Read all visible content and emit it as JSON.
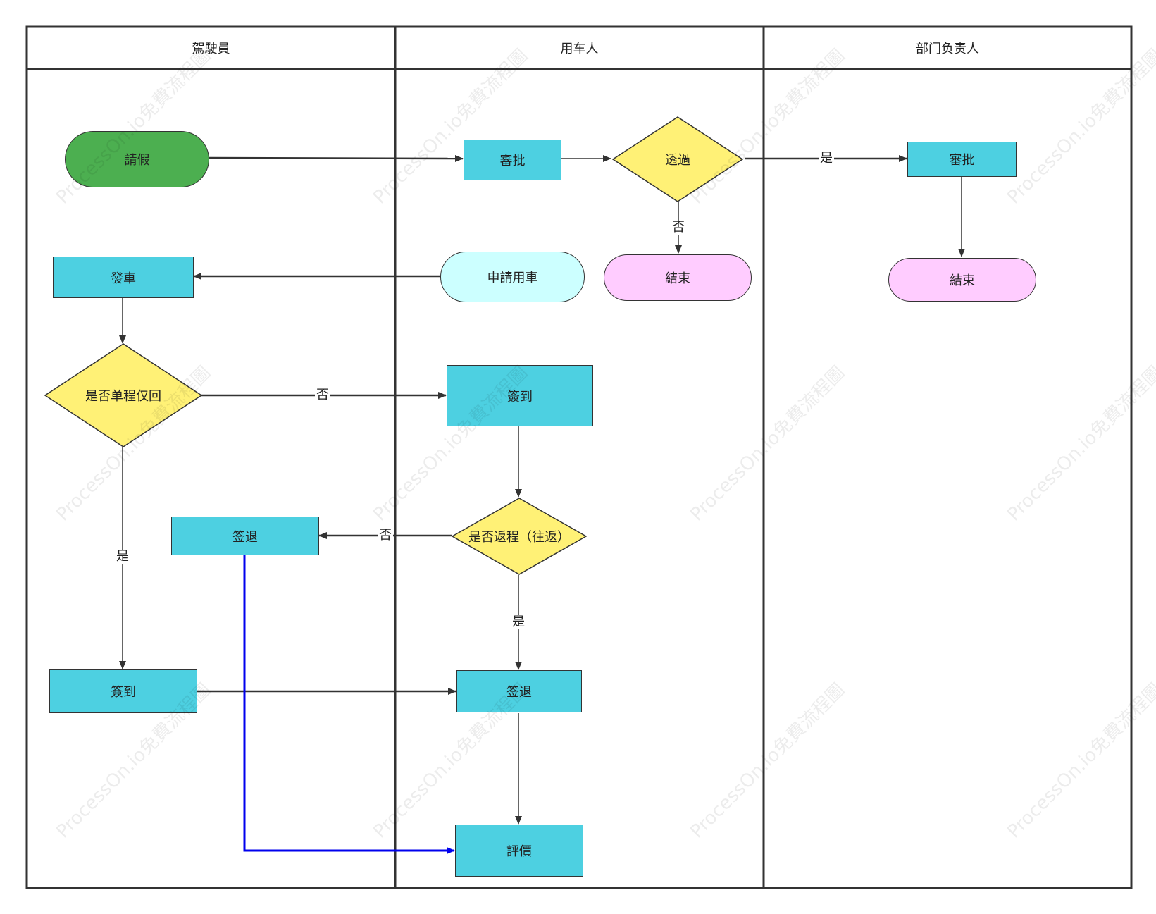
{
  "lanes": [
    "駕駛員",
    "用车人",
    "部门负责人"
  ],
  "nodes": {
    "leave": "請假",
    "approve_user": "審批",
    "pass": "透過",
    "approve_dept": "審批",
    "dispatch": "發車",
    "apply": "申請用車",
    "end_user": "結束",
    "end_dept": "結束",
    "one_way": "是否单程仅回",
    "signin_user": "簽到",
    "return_trip": "是否返程（往返）",
    "signout_driver": "签退",
    "signin_driver": "簽到",
    "signout_user": "签退",
    "evaluate": "評價"
  },
  "edge_labels": {
    "pass_yes": "是",
    "pass_no": "否",
    "one_way_no": "否",
    "one_way_yes": "是",
    "return_no": "否",
    "return_yes": "是"
  },
  "watermark": "ProcessOn.io免費流程圖",
  "colors": {
    "start": "#4caf50",
    "process": "#4dd0e1",
    "decision": "#fff176",
    "end": "#ffccff",
    "apply": "#ccffff",
    "line": "#333333",
    "highlight": "#0000ee"
  }
}
